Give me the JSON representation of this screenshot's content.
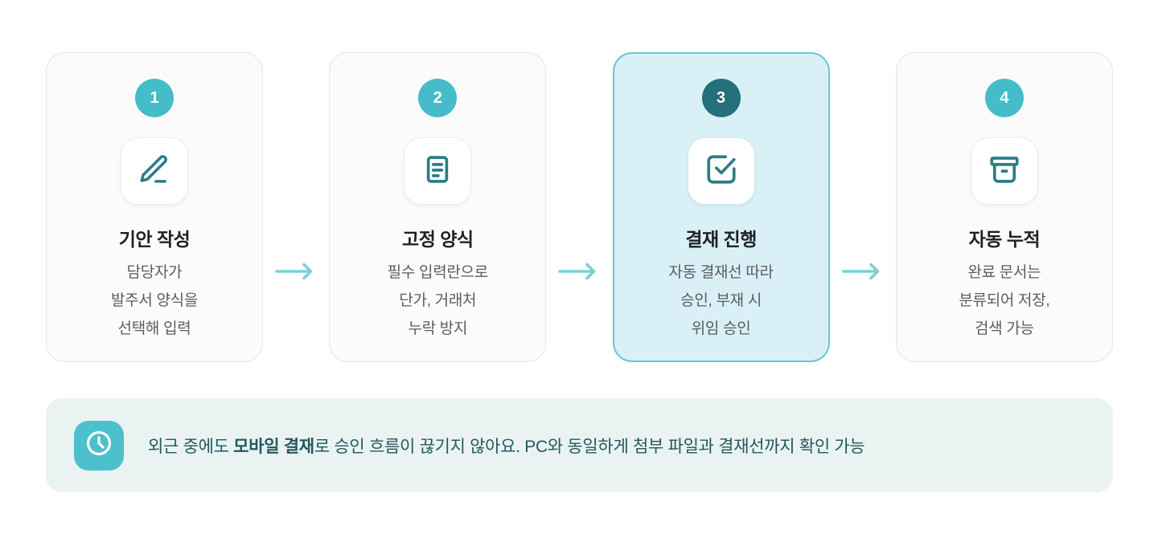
{
  "steps": [
    {
      "number": "1",
      "title": "기안 작성",
      "lines": [
        "담당자가",
        "발주서 양식을",
        "선택해 입력"
      ],
      "icon": "pen-line-icon"
    },
    {
      "number": "2",
      "title": "고정 양식",
      "lines": [
        "필수 입력란으로",
        "단가, 거래처",
        "누락 방지"
      ],
      "icon": "document-icon"
    },
    {
      "number": "3",
      "title": "결재 진행",
      "lines": [
        "자동 결재선 따라",
        "승인, 부재 시",
        "위임 승인"
      ],
      "icon": "check-square-icon",
      "active": true
    },
    {
      "number": "4",
      "title": "자동 누적",
      "lines": [
        "완료 문서는",
        "분류되어 저장,",
        "검색 가능"
      ],
      "icon": "archive-box-icon"
    }
  ],
  "banner": {
    "icon": "clock-icon",
    "text_before": "외근 중에도 ",
    "text_bold": "모바일 결재",
    "text_after": "로 승인 흐름이 끊기지 않아요. PC와 동일하게 첨부 파일과 결재선까지 확인 가능"
  },
  "colors": {
    "accent_teal": "#44bcca",
    "active_badge_teal": "#23707b",
    "icon_stroke_teal": "#2b7e87",
    "active_card_bg": "#d9f0f6",
    "active_card_border": "#69c8d7",
    "arrow_teal": "#7ad0d9",
    "card_bg": "#fbfbfb",
    "card_border": "#e4e4e4",
    "banner_bg": "#eaf3f1",
    "banner_text": "#23585f",
    "clock_box_bg": "#4dc0cd"
  }
}
